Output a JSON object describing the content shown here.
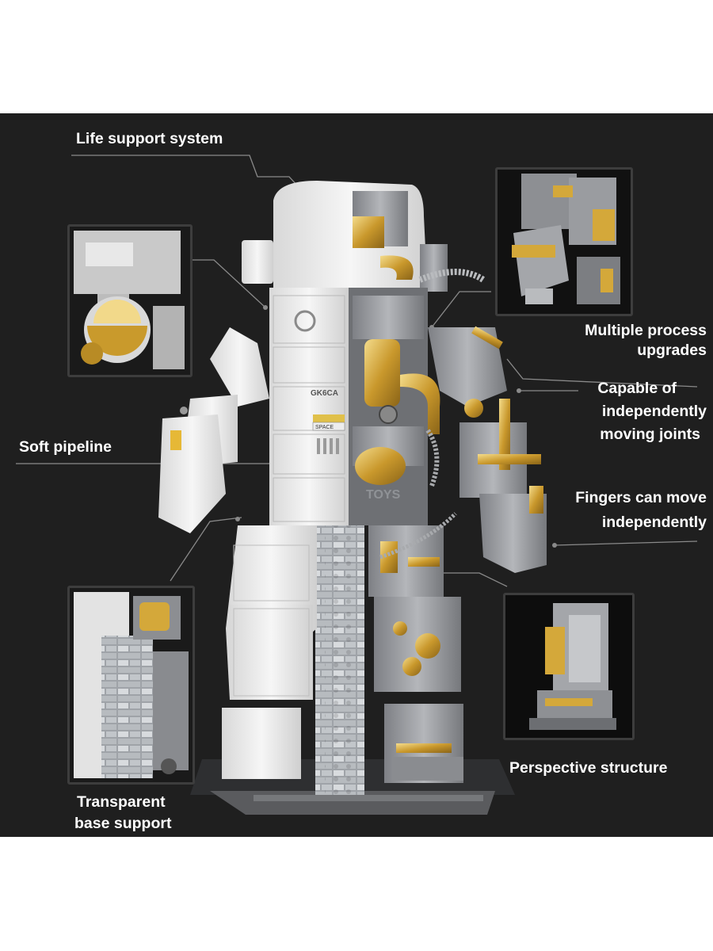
{
  "labels": {
    "life_support": "Life support system",
    "multiple_process": "Multiple process upgrades",
    "multiple_process_l1": "Multiple process",
    "multiple_process_l2": "upgrades",
    "joints_l1": "Capable of",
    "joints_l2": "independently",
    "joints_l3": "moving joints",
    "soft_pipeline": "Soft pipeline",
    "fingers_l1": "Fingers can move",
    "fingers_l2": "independently",
    "transparent_l1": "Transparent",
    "transparent_l2": "base support",
    "perspective": "Perspective structure"
  },
  "model_markings": {
    "chest_logo": "GK6CA",
    "chest_plate": "SPACE",
    "watermark": "TOYS"
  },
  "colors": {
    "background": "#1f1f1f",
    "page": "#ffffff",
    "label_text": "#ffffff",
    "leader_line": "#8a8a8a",
    "brick_white": "#ececec",
    "brick_gray": "#9a9ca0",
    "gold": "#d4a83a",
    "transparent_brick": "#c8ccd0"
  }
}
